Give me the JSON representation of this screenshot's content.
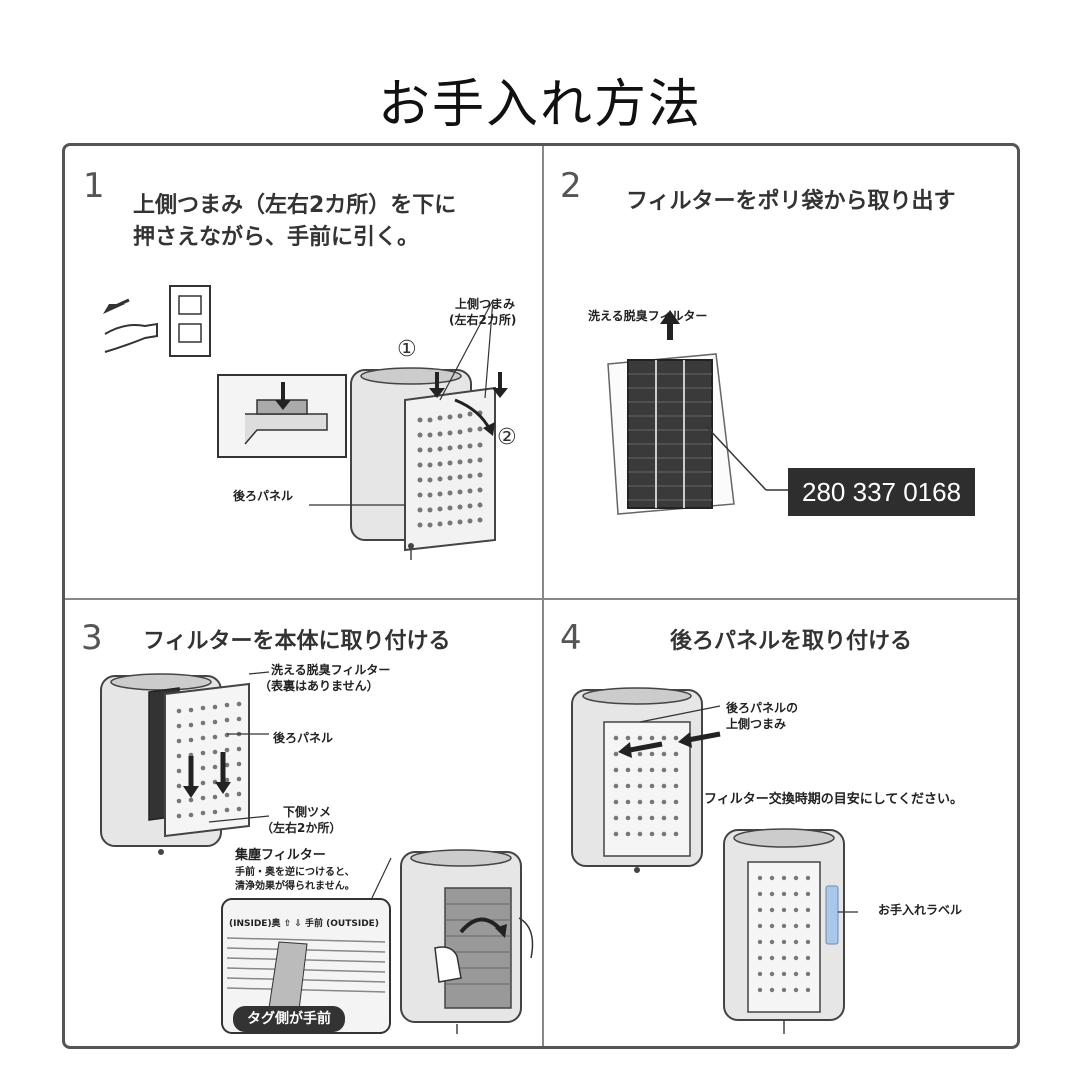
{
  "page": {
    "title": "お手入れ方法"
  },
  "steps": [
    {
      "number": "1",
      "heading_line1": "上側つまみ（左右2カ所）を下に",
      "heading_line2": "押さえながら、手前に引く。",
      "labels": {
        "top_knob": "上側つまみ",
        "top_knob_sub": "(左右2カ所)",
        "marker_1": "①",
        "marker_2": "②",
        "rear_panel": "後ろパネル"
      }
    },
    {
      "number": "2",
      "heading": "フィルターをポリ袋から取り出す",
      "labels": {
        "filter": "洗える脱臭フィルター",
        "part_number": "280 337 0168"
      }
    },
    {
      "number": "3",
      "heading": "フィルターを本体に取り付ける",
      "labels": {
        "filter": "洗える脱臭フィルター",
        "filter_sub": "（表裏はありません）",
        "rear_panel": "後ろパネル",
        "bottom_tabs": "下側ツメ",
        "bottom_tabs_sub": "（左右2か所）",
        "dust_filter": "集塵フィルター",
        "dust_note_1": "手前・奥を逆につけると、",
        "dust_note_2": "清浄効果が得られません。",
        "inside_outside": "(INSIDE)奥 ⇧ ⇩ 手前 (OUTSIDE)",
        "tag_side": "タグ側が手前"
      }
    },
    {
      "number": "4",
      "heading": "後ろパネルを取り付ける",
      "labels": {
        "rear_panel_knob_1": "後ろパネルの",
        "rear_panel_knob_2": "上側つまみ",
        "replace_note": "フィルター交換時期の目安にしてください。",
        "care_label": "お手入れラベル"
      }
    }
  ],
  "colors": {
    "frame": "#555555",
    "code_bg": "#2e2e2e",
    "care_label": "#a9c7e8"
  }
}
